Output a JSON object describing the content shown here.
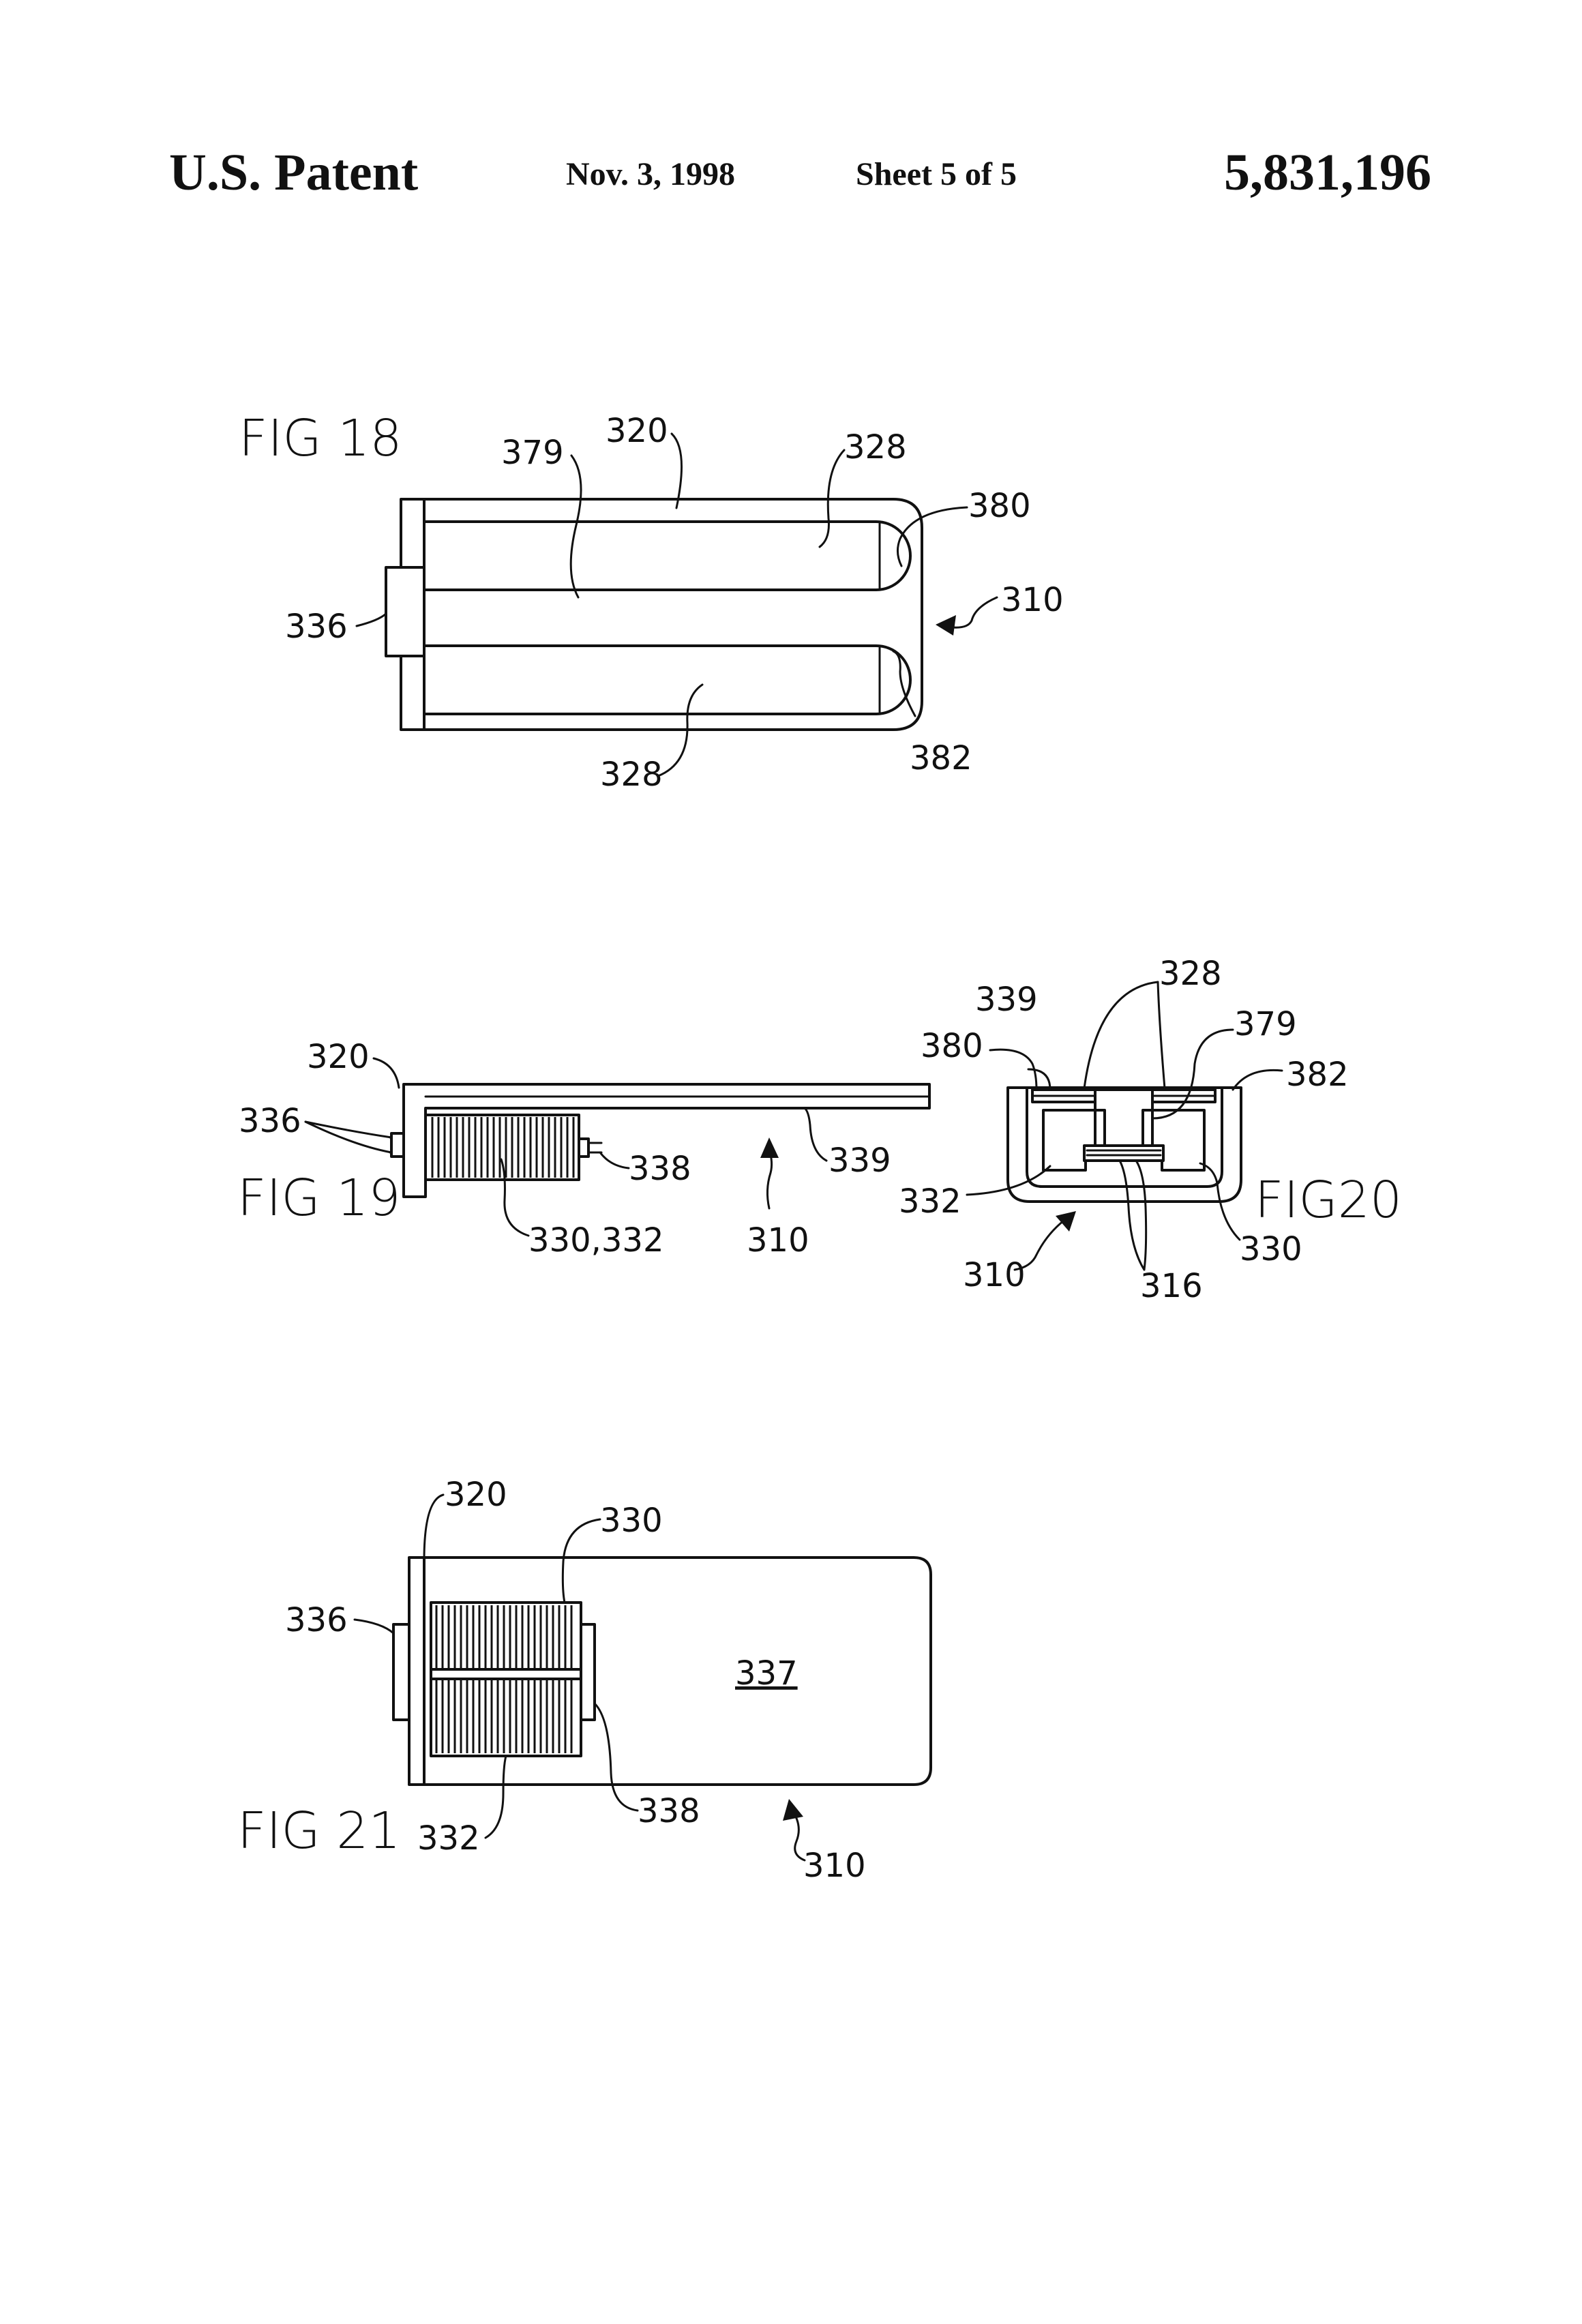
{
  "header": {
    "office": "U.S. Patent",
    "date": "Nov. 3, 1998",
    "sheet": "Sheet 5 of 5",
    "patent_number": "5,831,196"
  },
  "figures": {
    "fig18": {
      "label": "FIG 18",
      "refs": {
        "r320": "320",
        "r379": "379",
        "r328a": "328",
        "r380": "380",
        "r310": "310",
        "r336": "336",
        "r328b": "328",
        "r382": "382"
      }
    },
    "fig19": {
      "label": "FIG 19",
      "refs": {
        "r320": "320",
        "r336": "336",
        "r338": "338",
        "r339": "339",
        "r330_332": "330,332",
        "r310": "310"
      }
    },
    "fig20": {
      "label": "FIG20",
      "refs": {
        "r328": "328",
        "r339": "339",
        "r379": "379",
        "r380": "380",
        "r382": "382",
        "r332": "332",
        "r330": "330",
        "r310": "310",
        "r316": "316"
      }
    },
    "fig21": {
      "label": "FIG 21",
      "refs": {
        "r320": "320",
        "r330": "330",
        "r336": "336",
        "r337": "337",
        "r338": "338",
        "r332": "332",
        "r310": "310"
      }
    }
  }
}
